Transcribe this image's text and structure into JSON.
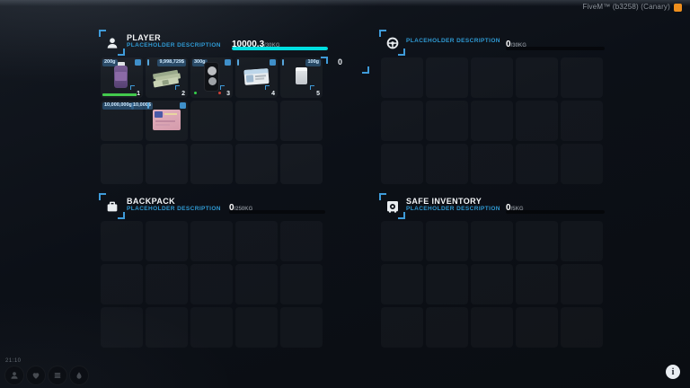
{
  "watermark": {
    "text": "FiveM™ (b3258) (Canary)"
  },
  "hud": {
    "clock": "21:10",
    "info_label": "i"
  },
  "transfer": {
    "count": "0"
  },
  "panels": {
    "player": {
      "title": "PLAYER",
      "description": "PLACEHOLDER DESCRIPTION",
      "weight": "10000.3",
      "capacity": "/30KG",
      "progress_pct": 100
    },
    "secondary": {
      "title": "",
      "description": "PLACEHOLDER DESCRIPTION",
      "weight": "0",
      "capacity": "/30KG",
      "progress_pct": 0
    },
    "backpack": {
      "title": "BACKPACK",
      "description": "PLACEHOLDER DESCRIPTION",
      "weight": "0",
      "capacity": "/250KG",
      "progress_pct": 0
    },
    "safe": {
      "title": "SAFE INVENTORY",
      "description": "PLACEHOLDER DESCRIPTION",
      "weight": "0",
      "capacity": "/5KG",
      "progress_pct": 0
    }
  },
  "items": {
    "s1": {
      "item": "grape-juice-bottle",
      "weight": "200g",
      "hotkey": "1",
      "durability_pct": 88
    },
    "s2": {
      "item": "cash-stack",
      "amount": "9,998,729$",
      "hotkey": "2"
    },
    "s3": {
      "item": "black-pouch",
      "weight": "300g",
      "hotkey": "3"
    },
    "s4": {
      "item": "id-card",
      "hotkey": "4"
    },
    "s5": {
      "item": "plastic-baggie",
      "weight": "100g",
      "hotkey": "5"
    },
    "s6": {
      "item": "money",
      "weight": "10,000,000g",
      "amount": "10,000$"
    },
    "s7": {
      "item": "pink-card"
    }
  },
  "icons": {
    "player": "person-icon",
    "secondary": "steering-wheel-icon",
    "backpack": "briefcase-icon",
    "safe": "safe-icon",
    "hud": [
      "person-icon",
      "heart-icon",
      "burger-icon",
      "water-drop-icon"
    ],
    "watermark": "fivem-logo-icon",
    "info": "info-icon"
  },
  "colors": {
    "accent_blue": "#2f9ad4",
    "progress_cyan": "#00dfe1",
    "durability_green": "#43c94d",
    "bracket_blue": "#3f9bd9"
  }
}
